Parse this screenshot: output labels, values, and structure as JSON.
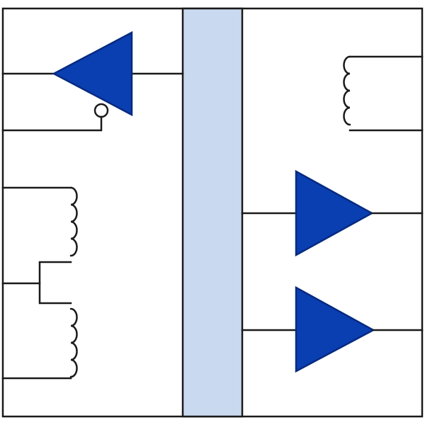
{
  "colors": {
    "background": "#ffffff",
    "line": "#1a1a1a",
    "amplifier_fill": "#0a3fb2",
    "amplifier_stroke": "#062a80",
    "bus_fill": "#c9d9ef",
    "bus_stroke": "#1a1a1a",
    "inversion_bubble_fill": "#ffffff"
  },
  "symbols": {
    "inverting_amplifier": "triangle-left-with-enable-bubble",
    "left_coil_pair": "center-tapped-coil",
    "right_coil": "coil",
    "amplifier_upper": "triangle-right",
    "amplifier_lower": "triangle-right",
    "central_bus": "bus-bar"
  }
}
